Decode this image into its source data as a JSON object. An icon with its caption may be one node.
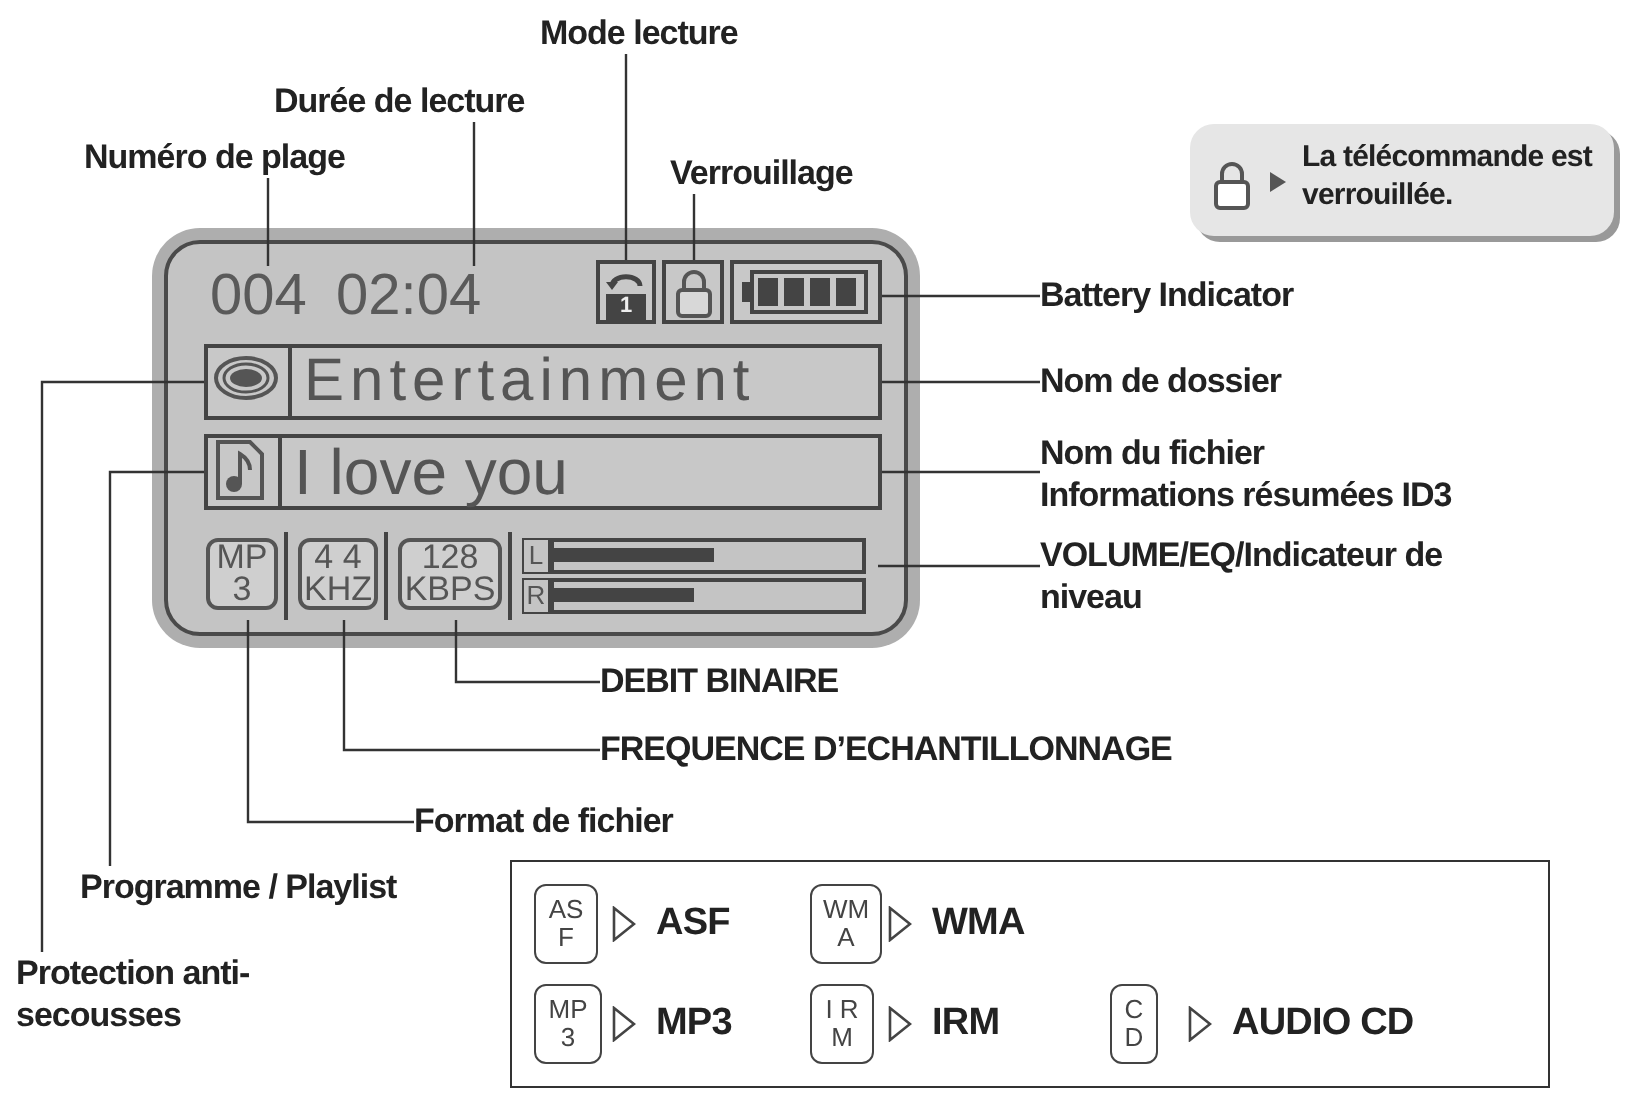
{
  "diagram": {
    "nodes": [
      {
        "text": [
          "Numéro de plage"
        ]
      },
      {
        "text": [
          "Durée de lecture"
        ]
      },
      {
        "text": [
          "Mode lecture"
        ]
      },
      {
        "text": [
          "Verrouillage"
        ]
      },
      {
        "text": [
          "Battery Indicator"
        ]
      },
      {
        "text": [
          "Nom de dossier"
        ]
      },
      {
        "text": [
          "Nom du fichier",
          "Informations résumées ID3"
        ]
      },
      {
        "text": [
          "VOLUME/EQ/Indicateur de niveau"
        ]
      },
      {
        "text": [
          "DEBIT BINAIRE"
        ]
      },
      {
        "text": [
          "FREQUENCE D’ECHANTILLONNAGE"
        ]
      },
      {
        "text": [
          "Format de fichier"
        ]
      },
      {
        "text": [
          "Programme / Playlist"
        ]
      },
      {
        "text": [
          "Protection anti-secousses"
        ]
      },
      {
        "text": [],
        "shape": "box"
      },
      {
        "text": [
          "004"
        ],
        "in": 13
      },
      {
        "text": [
          "02:04"
        ],
        "in": 13
      },
      {
        "text": [
          "1"
        ],
        "in": 13
      },
      {
        "text": [],
        "shape": "picture",
        "in": 13
      },
      {
        "text": [],
        "shape": "picture",
        "in": 13
      },
      {
        "text": [
          "Entertainment"
        ],
        "in": 13
      },
      {
        "text": [],
        "shape": "picture",
        "in": 19
      },
      {
        "text": [
          "I love you"
        ],
        "in": 13
      },
      {
        "text": [],
        "shape": "picture",
        "in": 21
      },
      {
        "text": [
          "MP 3"
        ],
        "in": 13
      },
      {
        "text": [
          "4 4 KHZ"
        ],
        "in": 13
      },
      {
        "text": [
          "128 KBPS"
        ],
        "in": 13
      },
      {
        "text": [
          "L",
          "R"
        ],
        "in": 13
      },
      {
        "text": [
          "La télécommande est verrouillée."
        ]
      },
      {
        "text": [
          "AS F"
        ]
      },
      {
        "text": [
          "WM A"
        ]
      },
      {
        "text": [
          "MP 3"
        ]
      },
      {
        "text": [
          "I R M"
        ]
      },
      {
        "text": [
          "C D"
        ]
      }
    ],
    "edges": [
      {
        "from": 0,
        "to": 14,
        "arrow": "none"
      },
      {
        "from": 1,
        "to": 15,
        "arrow": "none"
      },
      {
        "from": 2,
        "to": 16,
        "arrow": "none"
      },
      {
        "from": 3,
        "to": 17,
        "arrow": "none"
      },
      {
        "from": 4,
        "to": 18,
        "arrow": "none"
      },
      {
        "from": 5,
        "to": 19,
        "arrow": "none"
      },
      {
        "from": 6,
        "to": 21,
        "arrow": "none"
      },
      {
        "from": 7,
        "to": 26,
        "arrow": "none"
      },
      {
        "from": 8,
        "to": 25,
        "arrow": "none"
      },
      {
        "from": 9,
        "to": 24,
        "arrow": "none"
      },
      {
        "from": 10,
        "to": 23,
        "arrow": "none"
      },
      {
        "from": 11,
        "to": 22,
        "arrow": "none"
      },
      {
        "from": 12,
        "to": 20,
        "arrow": "none"
      }
    ],
    "labels": [
      "ASF",
      "WMA",
      "MP3",
      "IRM",
      "AUDIO CD"
    ]
  }
}
